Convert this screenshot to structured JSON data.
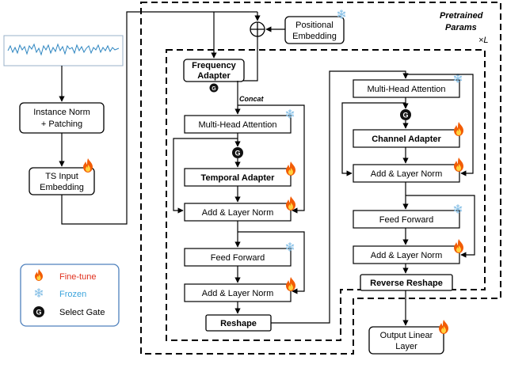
{
  "header": {
    "pretrained_label_1": "Pretrained",
    "pretrained_label_2": "Params",
    "repeat_label": "×L",
    "concat_label": "Concat"
  },
  "input": {
    "instance_norm_line1": "Instance Norm",
    "instance_norm_line2": "+ Patching",
    "ts_input_line1": "TS Input",
    "ts_input_line2": "Embedding"
  },
  "positional": {
    "line1": "Positional",
    "line2": "Embedding"
  },
  "temporal_block": {
    "frequency_adapter_line1": "Frequency",
    "frequency_adapter_line2": "Adapter",
    "multi_head_attention": "Multi-Head Attention",
    "temporal_adapter": "Temporal Adapter",
    "add_norm_1": "Add & Layer Norm",
    "feed_forward": "Feed Forward",
    "add_norm_2": "Add & Layer Norm",
    "reshape": "Reshape"
  },
  "channel_block": {
    "multi_head_attention": "Multi-Head Attention",
    "channel_adapter": "Channel Adapter",
    "add_norm_1": "Add & Layer Norm",
    "feed_forward": "Feed Forward",
    "add_norm_2": "Add & Layer Norm",
    "reverse_reshape": "Reverse Reshape"
  },
  "output": {
    "line1": "Output Linear",
    "line2": "Layer"
  },
  "gate_symbol": "G",
  "legend": {
    "fine_tune": "Fine-tune",
    "frozen": "Frozen",
    "select_gate": "Select Gate"
  },
  "colors": {
    "fine_tune_text": "#e0301e",
    "frozen_text": "#3ba4dc",
    "flame_outer": "#f25c05",
    "flame_inner": "#ffd23f",
    "snow": "#8fc4e8",
    "legend_border": "#4f81bd",
    "gate_fill": "#111111"
  }
}
